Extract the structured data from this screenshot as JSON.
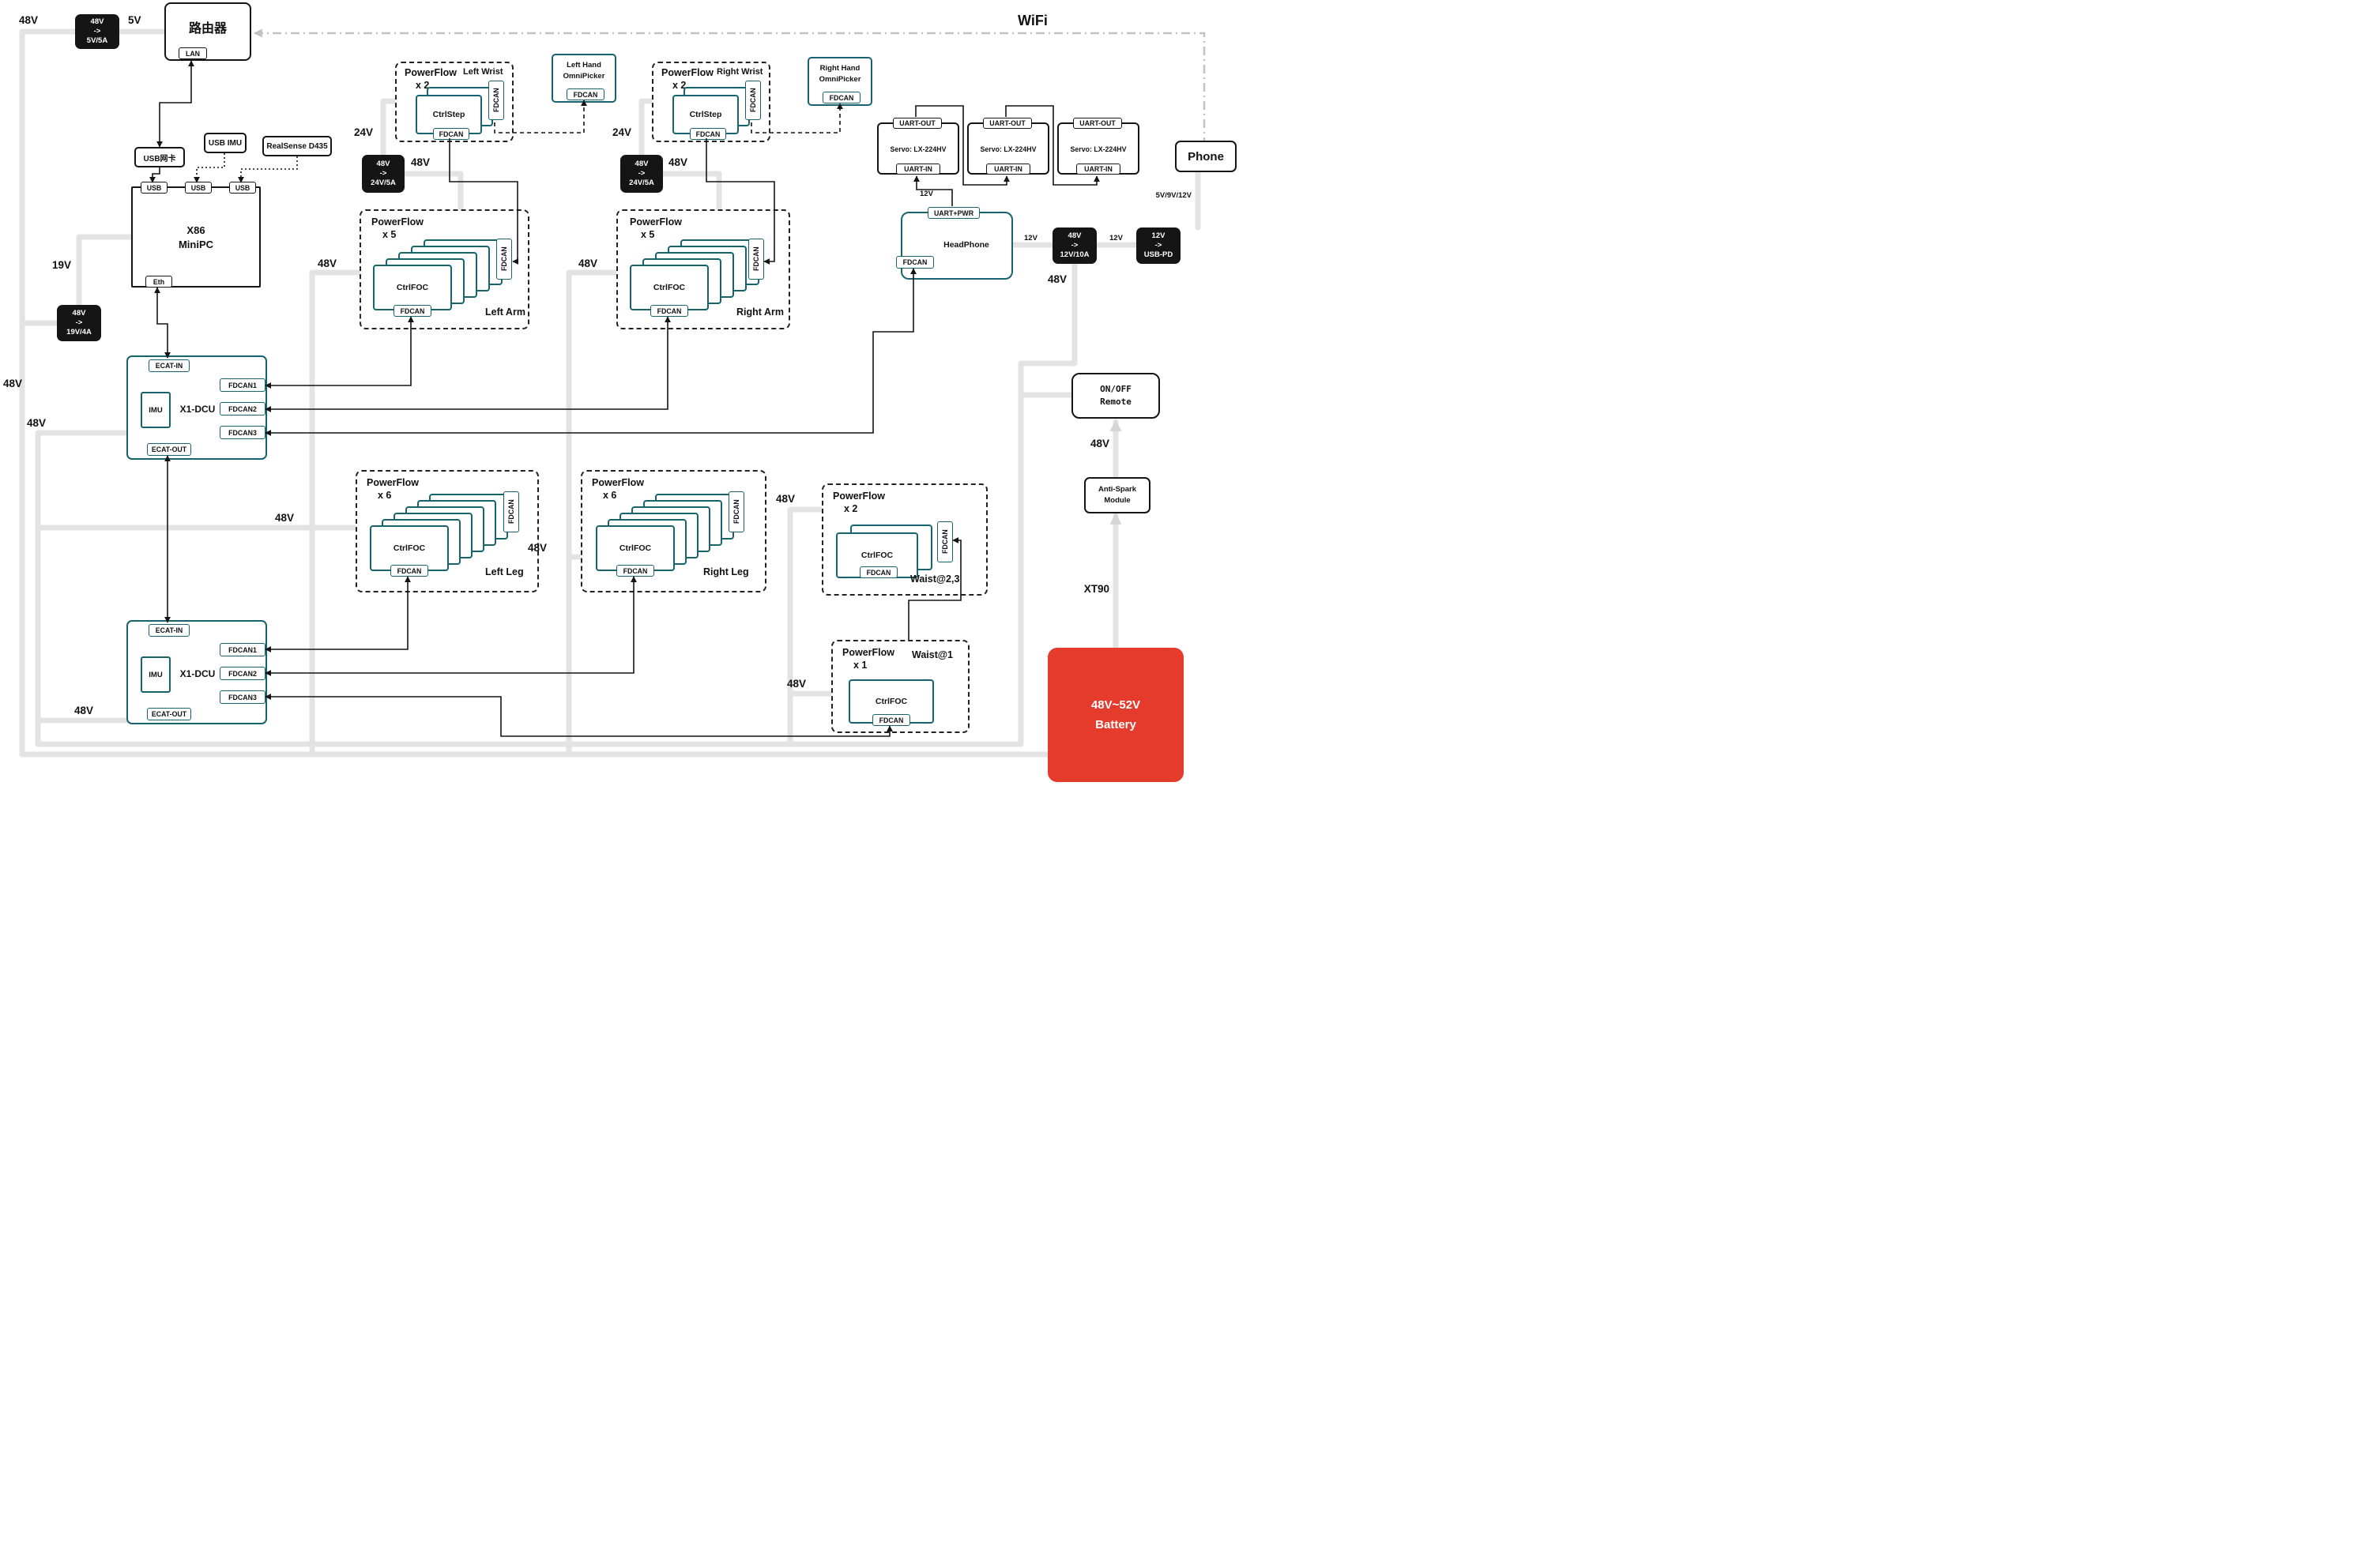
{
  "t": {
    "fdcan": "FDCAN",
    "fdcan1": "FDCAN1",
    "fdcan2": "FDCAN2",
    "fdcan3": "FDCAN3",
    "powerflow": "PowerFlow",
    "ctrlfoc": "CtrlFOC",
    "ctrlstep": "CtrlStep",
    "usb": "USB",
    "lan": "LAN",
    "eth": "Eth",
    "imu": "IMU",
    "x1dcu": "X1-DCU",
    "ecat_in": "ECAT-IN",
    "ecat_out": "ECAT-OUT",
    "uart_out": "UART-OUT",
    "uart_in": "UART-IN",
    "uart_pwr": "UART+PWR",
    "servo": "Servo: LX-224HV",
    "omnipicker": "OmniPicker",
    "wifi": "WiFi",
    "v48": "48V",
    "v24": "24V",
    "v19": "19V",
    "v12": "12V",
    "v5": "5V",
    "v5912": "5V/9V/12V",
    "xt90": "XT90"
  },
  "nodes": {
    "router": {
      "label": "路由器"
    },
    "conv5": {
      "in": "48V",
      "arrow": "->",
      "out": "5V/5A"
    },
    "conv19": {
      "in": "48V",
      "arrow": "->",
      "out": "19V/4A"
    },
    "conv24l": {
      "in": "48V",
      "arrow": "->",
      "out": "24V/5A"
    },
    "conv24r": {
      "in": "48V",
      "arrow": "->",
      "out": "24V/5A"
    },
    "conv12": {
      "in": "48V",
      "arrow": "->",
      "out": "12V/10A"
    },
    "convpd": {
      "in": "12V",
      "arrow": "->",
      "out": "USB-PD"
    },
    "usb_nic": {
      "label": "USB网卡"
    },
    "usb_imu": {
      "label": "USB IMU"
    },
    "realsense": {
      "label": "RealSense D435"
    },
    "minipc": {
      "line1": "X86",
      "line2": "MiniPC"
    },
    "left_wrist": {
      "count": "x 2",
      "name": "Left Wrist"
    },
    "right_wrist": {
      "count": "x 2",
      "name": "Right Wrist"
    },
    "left_hand": {
      "line1": "Left Hand",
      "line2": "OmniPicker"
    },
    "right_hand": {
      "line1": "Right Hand",
      "line2": "OmniPicker"
    },
    "left_arm": {
      "count": "x 5",
      "name": "Left Arm"
    },
    "right_arm": {
      "count": "x 5",
      "name": "Right Arm"
    },
    "left_leg": {
      "count": "x 6",
      "name": "Left Leg"
    },
    "right_leg": {
      "count": "x 6",
      "name": "Right Leg"
    },
    "waist23": {
      "count": "x 2",
      "name": "Waist@2,3"
    },
    "waist1": {
      "count": "x 1",
      "name": "Waist@1"
    },
    "headphone": {
      "label": "HeadPhone"
    },
    "phone": {
      "label": "Phone"
    },
    "onoff": {
      "line1": "ON/OFF",
      "line2": "Remote"
    },
    "antispark": {
      "line1": "Anti-Spark",
      "line2": "Module"
    },
    "battery": {
      "line1": "48V~52V",
      "line2": "Battery",
      "color": "#e43b2c"
    }
  }
}
